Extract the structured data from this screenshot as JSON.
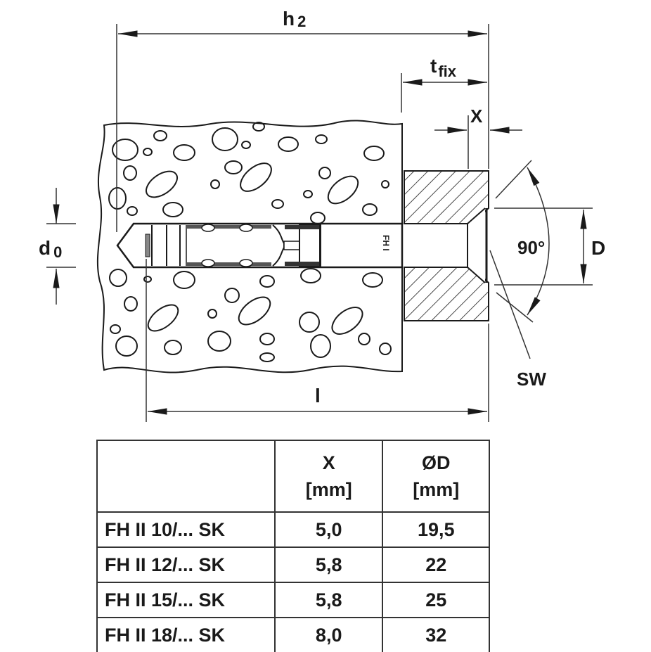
{
  "diagram": {
    "title": "Fischer FH II ... SK countersunk anchor installation drawing",
    "dimension_labels": {
      "h2": {
        "main": "h",
        "sub": "2"
      },
      "tfix": {
        "main": "t",
        "sub": "fix"
      },
      "x": "X",
      "d0": {
        "main": "d",
        "sub": "0"
      },
      "angle": "90°",
      "D": "D",
      "SW": "SW",
      "l": "l"
    },
    "anchor_marking": "FH I",
    "colors": {
      "line": "#1a1a1a",
      "background": "#ffffff"
    }
  },
  "table": {
    "headers": [
      {
        "symbol": "",
        "unit": ""
      },
      {
        "symbol": "X",
        "unit": "[mm]"
      },
      {
        "symbol": "ØD",
        "unit": "[mm]"
      }
    ],
    "rows": [
      {
        "name": "FH II 10/... SK",
        "x": "5,0",
        "d": "19,5"
      },
      {
        "name": "FH II 12/... SK",
        "x": "5,8",
        "d": "22"
      },
      {
        "name": "FH II 15/... SK",
        "x": "5,8",
        "d": "25"
      },
      {
        "name": "FH II 18/... SK",
        "x": "8,0",
        "d": "32"
      }
    ]
  }
}
